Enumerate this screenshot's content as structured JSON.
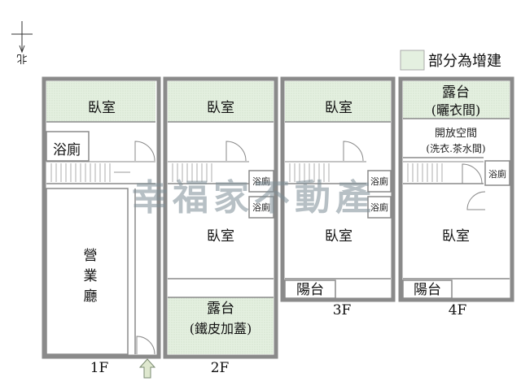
{
  "legend": {
    "label": "部分為增建",
    "swatch_color": "#e4f0e0"
  },
  "compass": {
    "label": "北"
  },
  "watermark": {
    "text": "幸福家不動產"
  },
  "colors": {
    "wall": "#8a8a8a",
    "addition": "#e4f0e0",
    "arrow": "#dfe8cf"
  },
  "floors": {
    "f1": {
      "label": "1F",
      "bedroom": "臥室",
      "bath": "浴廁",
      "hall": [
        "營",
        "業",
        "廳"
      ]
    },
    "f2": {
      "label": "2F",
      "bedroom_top": "臥室",
      "bath_a": "浴廁",
      "bath_b": "浴廁",
      "bedroom": "臥室",
      "terrace": "露台",
      "terrace_note": "(鐵皮加蓋)"
    },
    "f3": {
      "label": "3F",
      "bedroom_top": "臥室",
      "bath_a": "浴廁",
      "bath_b": "浴廁",
      "bedroom": "臥室",
      "balcony": "陽台"
    },
    "f4": {
      "label": "4F",
      "terrace": "露台",
      "terrace_note": "(曬衣間)",
      "open_space": "開放空間",
      "open_note": "(洗衣.茶水間)",
      "bath": "浴廁",
      "bedroom": "臥室",
      "balcony": "陽台"
    }
  }
}
